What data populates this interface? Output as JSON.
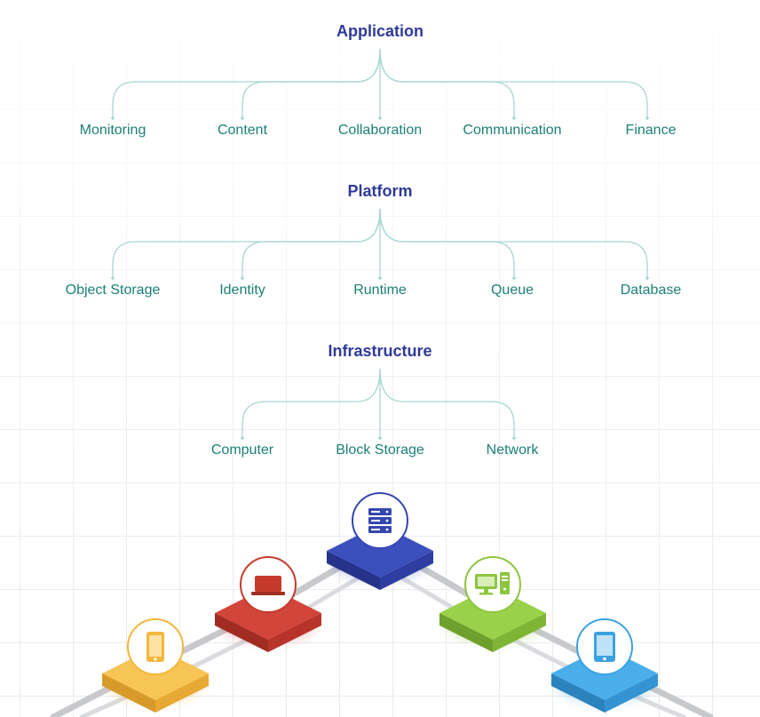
{
  "diagram": {
    "groups": [
      {
        "id": "application",
        "title": "Application",
        "children": [
          "Monitoring",
          "Content",
          "Collaboration",
          "Communication",
          "Finance"
        ]
      },
      {
        "id": "platform",
        "title": "Platform",
        "children": [
          "Object Storage",
          "Identity",
          "Runtime",
          "Queue",
          "Database"
        ]
      },
      {
        "id": "infrastructure",
        "title": "Infrastructure",
        "children": [
          "Computer",
          "Block Storage",
          "Network"
        ]
      }
    ],
    "devices": [
      {
        "icon": "mobile-phone-icon",
        "color": "#f4b63c"
      },
      {
        "icon": "laptop-icon",
        "color": "#c63a2c"
      },
      {
        "icon": "server-rack-icon",
        "color": "#3447b0"
      },
      {
        "icon": "desktop-computer-icon",
        "color": "#8cc63f"
      },
      {
        "icon": "tablet-icon",
        "color": "#3ca2e2"
      }
    ],
    "colors": {
      "group_title": "#2e3a98",
      "node_label": "#1c7f76",
      "connector": "#a9d6d2"
    }
  }
}
